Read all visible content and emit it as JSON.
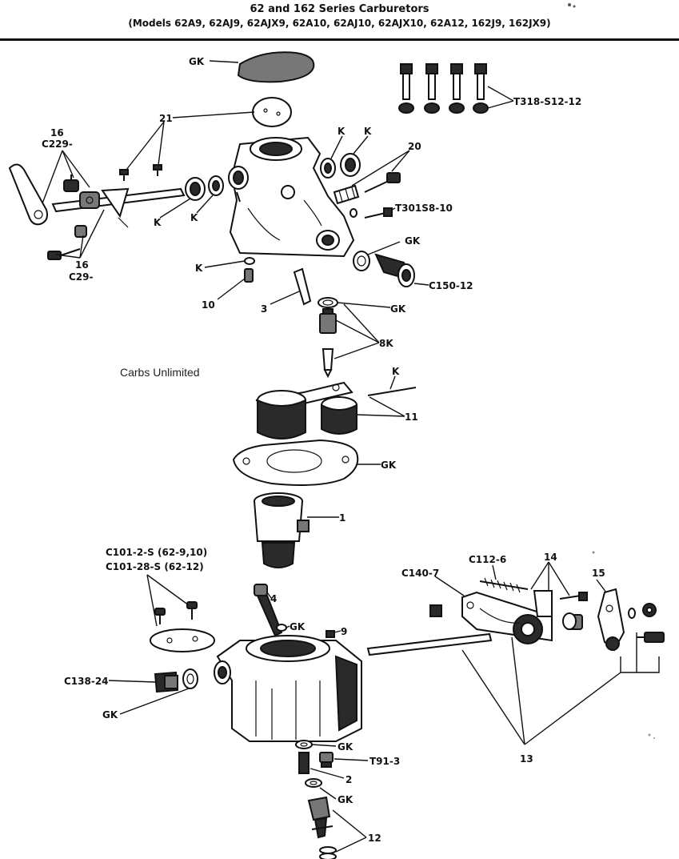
{
  "header": {
    "title": "62 and 162 Series Carburetors",
    "subtitle": "(Models 62A9, 62AJ9, 62AJX9, 62A10, 62AJ10, 62AJX10, 62A12, 162J9, 162JX9)"
  },
  "watermark": "Carbs Unlimited",
  "labels": {
    "gk_top": "GK",
    "part21": "21",
    "t318": "T318-S12-12",
    "part16_top": "16",
    "c229": "C229-",
    "k1": "K",
    "k2": "K",
    "part20": "20",
    "t301": "T301S8-10",
    "k3": "K",
    "k4": "K",
    "gk_mid": "GK",
    "part16_bot": "16",
    "c29": "C29-",
    "k5": "K",
    "c150": "C150-12",
    "part10": "10",
    "part3": "3",
    "gk_mid2": "GK",
    "part8k": "8K",
    "k6": "K",
    "part11": "11",
    "gk_gasket": "GK",
    "part1": "1",
    "c101a": "C101-2-S (62-9,10)",
    "c101b": "C101-28-S (62-12)",
    "c112": "C112-6",
    "part14": "14",
    "c140": "C140-7",
    "part15": "15",
    "part4": "4",
    "gk_4": "GK",
    "part9": "9",
    "c138": "C138-24",
    "gk_left": "GK",
    "part13": "13",
    "gk_bot": "GK",
    "t91": "T91-3",
    "part2": "2",
    "gk_bot2": "GK",
    "part12": "12"
  }
}
